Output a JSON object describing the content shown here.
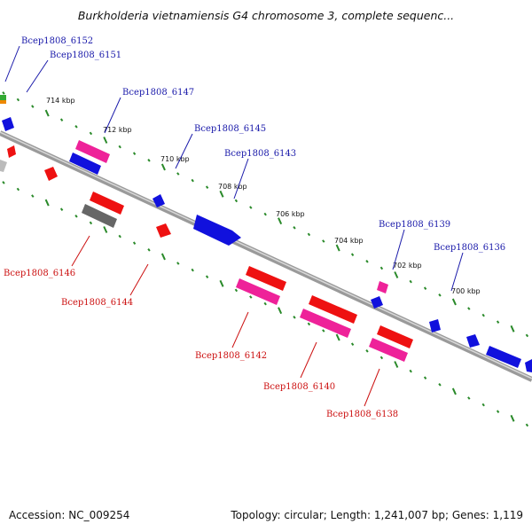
{
  "title": "Burkholderia vietnamiensis G4 chromosome 3, complete sequenc...",
  "footer": {
    "accession": "Accession: NC_009254",
    "summary": "Topology: circular; Length: 1,241,007 bp; Genes: 1,119"
  },
  "colors": {
    "backbone": "#8a8a8a",
    "ticks": "#2a8a2a",
    "forward_gene": "#1111dd",
    "reverse_gene": "#ee1111",
    "pink_gene": "#ee2299",
    "grey_gene": "#666666",
    "forward_label": "#1a1aaa",
    "reverse_label": "#cc1111"
  },
  "tick_labels": [
    "714 kbp",
    "712 kbp",
    "710 kbp",
    "708 kbp",
    "706 kbp",
    "704 kbp",
    "702 kbp",
    "700 kbp"
  ],
  "forward_labels": [
    "Bcep1808_6152",
    "Bcep1808_6151",
    "Bcep1808_6147",
    "Bcep1808_6145",
    "Bcep1808_6143",
    "Bcep1808_6139",
    "Bcep1808_6136"
  ],
  "reverse_labels": [
    "Bcep1808_6146",
    "Bcep1808_6144",
    "Bcep1808_6142",
    "Bcep1808_6140",
    "Bcep1808_6138"
  ]
}
